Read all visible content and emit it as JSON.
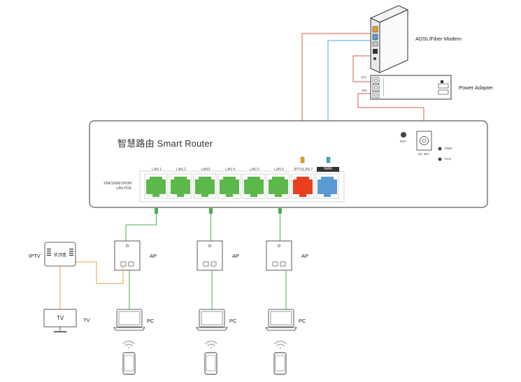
{
  "router": {
    "title": "智慧路由 Smart Router",
    "ports": [
      {
        "label": "LAN 1",
        "color": "#5cb84a"
      },
      {
        "label": "LAN 2",
        "color": "#5cb84a"
      },
      {
        "label": "LAN3",
        "color": "#5cb84a"
      },
      {
        "label": "LAN 4",
        "color": "#5cb84a"
      },
      {
        "label": "LAN 5",
        "color": "#5cb84a"
      },
      {
        "label": "LAN 6",
        "color": "#5cb84a"
      },
      {
        "label": "IPTV/LAN 7",
        "color": "#e8401c"
      },
      {
        "label": "WAN",
        "color": "#5b9bd5"
      }
    ],
    "lan_spec_line1": "10M/100M/1000M",
    "lan_spec_line2": "LAN POE",
    "rst_label": "RST",
    "dc_label": "DC 48V",
    "pwr_label": "PWR",
    "sys_label": "SYS"
  },
  "modem": {
    "label": "ADSL/Fiber Modem"
  },
  "power_adapter": {
    "label": "Power Adapter",
    "v12_label": "12V",
    "v48_label": "48V"
  },
  "iptv": {
    "label": "IPTV",
    "box_text": "机顶盒"
  },
  "tv": {
    "label": "TV",
    "screen_text": "TV"
  },
  "ap_units": [
    {
      "label": "AP"
    },
    {
      "label": "AP"
    },
    {
      "label": "AP"
    }
  ],
  "pcs": [
    {
      "label": "PC"
    },
    {
      "label": "PC"
    },
    {
      "label": "PC"
    }
  ],
  "colors": {
    "lan_green": "#5cb84a",
    "iptv_red": "#e8401c",
    "wan_blue": "#5b9bd5",
    "cable_green": "#4caf50",
    "cable_orange": "#e8a040",
    "cable_red": "#e05a4a",
    "cable_blue": "#4aa8d8"
  }
}
